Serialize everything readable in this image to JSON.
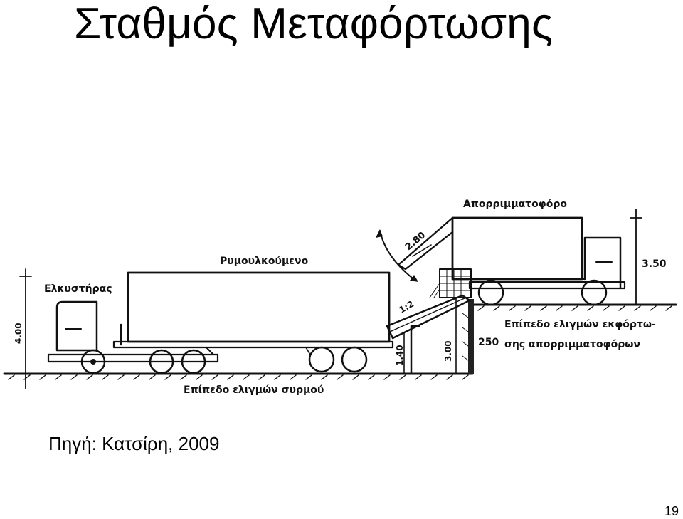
{
  "slide": {
    "title": "Σταθμός Μεταφόρτωσης",
    "source": "Πηγή: Κατσίρη, 2009",
    "page_number": "19"
  },
  "diagram": {
    "labels": {
      "tractor": "Ελκυστήρας",
      "trailer": "Ρυμουλκούμενο",
      "garbage_truck": "Απορριμματοφόρο",
      "lower_level": "Επίπεδο ελιγμών συρμού",
      "upper_level_line1": "Επίπεδο ελιγμών εκφόρτω-",
      "upper_level_line2": "σης απορριμματοφόρων",
      "dim_4_00": "4.00",
      "dim_2_80": "2.80",
      "dim_3_50": "3.50",
      "dim_1_40": "1.40",
      "dim_3_00": "3.00",
      "dim_250": "250",
      "slope_1_2": "1:2"
    }
  }
}
